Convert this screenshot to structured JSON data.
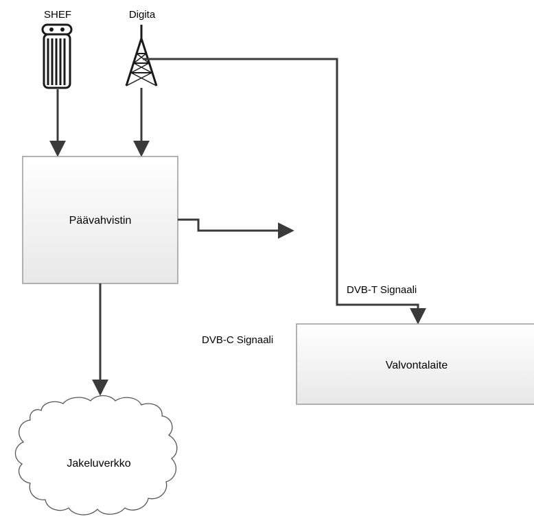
{
  "diagram": {
    "nodes": {
      "shef": {
        "label": "SHEF",
        "icon": "satellite-receiver-icon"
      },
      "digita": {
        "label": "Digita",
        "icon": "antenna-tower-icon"
      },
      "paavahvistin": {
        "label": "Päävahvistin"
      },
      "valvontalaite": {
        "label": "Valvontalaite"
      },
      "jakeluverkko": {
        "label": "Jakeluverkko",
        "shape": "cloud"
      }
    },
    "edges": {
      "dvb_c": {
        "label": "DVB-C Signaali"
      },
      "dvb_t": {
        "label": "DVB-T Signaali"
      }
    }
  },
  "colors": {
    "line": "#3a3a3a",
    "box_border": "#9a9a9a",
    "box_fill_top": "#ffffff",
    "box_fill_bottom": "#e9e9e9",
    "icon": "#1a1a1a"
  }
}
